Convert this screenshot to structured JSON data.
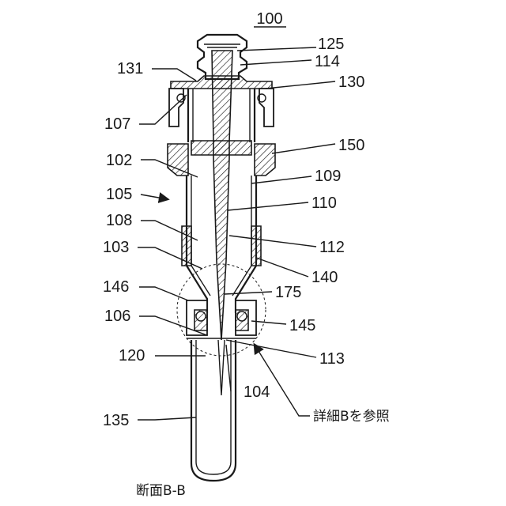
{
  "figure": {
    "number": "100",
    "section_caption": "断面B-B",
    "detail_note": "詳細Bを参照"
  },
  "refs": {
    "r125": "125",
    "r114": "114",
    "r131": "131",
    "r130": "130",
    "r107": "107",
    "r150": "150",
    "r102": "102",
    "r109": "109",
    "r105": "105",
    "r110": "110",
    "r108": "108",
    "r112": "112",
    "r103": "103",
    "r140": "140",
    "r146": "146",
    "r175": "175",
    "r106": "106",
    "r145": "145",
    "r120": "120",
    "r113": "113",
    "r104": "104",
    "r135": "135"
  }
}
